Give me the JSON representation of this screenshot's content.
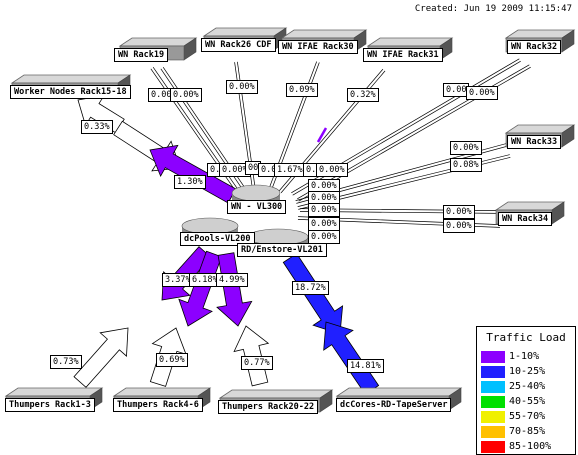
{
  "created": "Created: Jun 19 2009 11:15:47",
  "colors": {
    "purple": "#8c00ff",
    "blue": "#2020ff",
    "white": "#ffffff"
  },
  "nodes": {
    "rack19": "WN Rack19",
    "rack26": "WN Rack26 CDF",
    "rack30": "WN IFAE Rack30",
    "rack31": "WN IFAE Rack31",
    "rack32": "WN Rack32",
    "rack33": "WN Rack33",
    "rack34": "WN Rack34",
    "worker": "Worker Nodes Rack15-18",
    "wn_vl300": "WN - VL300",
    "dcpools": "dcPools-VL200",
    "rd_enstore": "RD/Enstore-VL201",
    "thumpers13": "Thumpers Rack1-3",
    "thumpers46": "Thumpers Rack4-6",
    "thumpers2022": "Thumpers Rack20-22",
    "dccores": "dcCores-RD-TapeServer"
  },
  "labels": {
    "worker": "0.33%",
    "wn_to_worker": "1.30%",
    "r19a": "0.00",
    "r19b": "0.00%",
    "r26": "0.00%",
    "r30": "0.09%",
    "r31": "0.32%",
    "r32a": "0.00",
    "r32b": "0.00%",
    "r33a": "0.00%",
    "r33b": "0.08%",
    "r34a": "0.00%",
    "r34b": "0.00%",
    "c1": "0.",
    "c2": "0.00%",
    "c3": "00",
    "c4": "0.0",
    "c5": "1.67%",
    "c6": "0.",
    "c7": "0.00%",
    "c8": "0.00%",
    "c9": "0.00%",
    "c10": "0.00%",
    "c11": "0.00%",
    "c12": "0.00%",
    "p1": "3.37%",
    "p2": "6.18%",
    "p3": "4.99%",
    "t13": "0.73%",
    "t46": "0.69%",
    "t2022": "0.77%",
    "rd": "18.72%",
    "dc": "14.81%"
  },
  "legend": {
    "title": "Traffic Load",
    "items": [
      {
        "label": "1-10%",
        "color": "#8c00ff"
      },
      {
        "label": "10-25%",
        "color": "#2020ff"
      },
      {
        "label": "25-40%",
        "color": "#00c0ff"
      },
      {
        "label": "40-55%",
        "color": "#00e000"
      },
      {
        "label": "55-70%",
        "color": "#f0f000"
      },
      {
        "label": "70-85%",
        "color": "#ffc000"
      },
      {
        "label": "85-100%",
        "color": "#ff0000"
      }
    ]
  }
}
